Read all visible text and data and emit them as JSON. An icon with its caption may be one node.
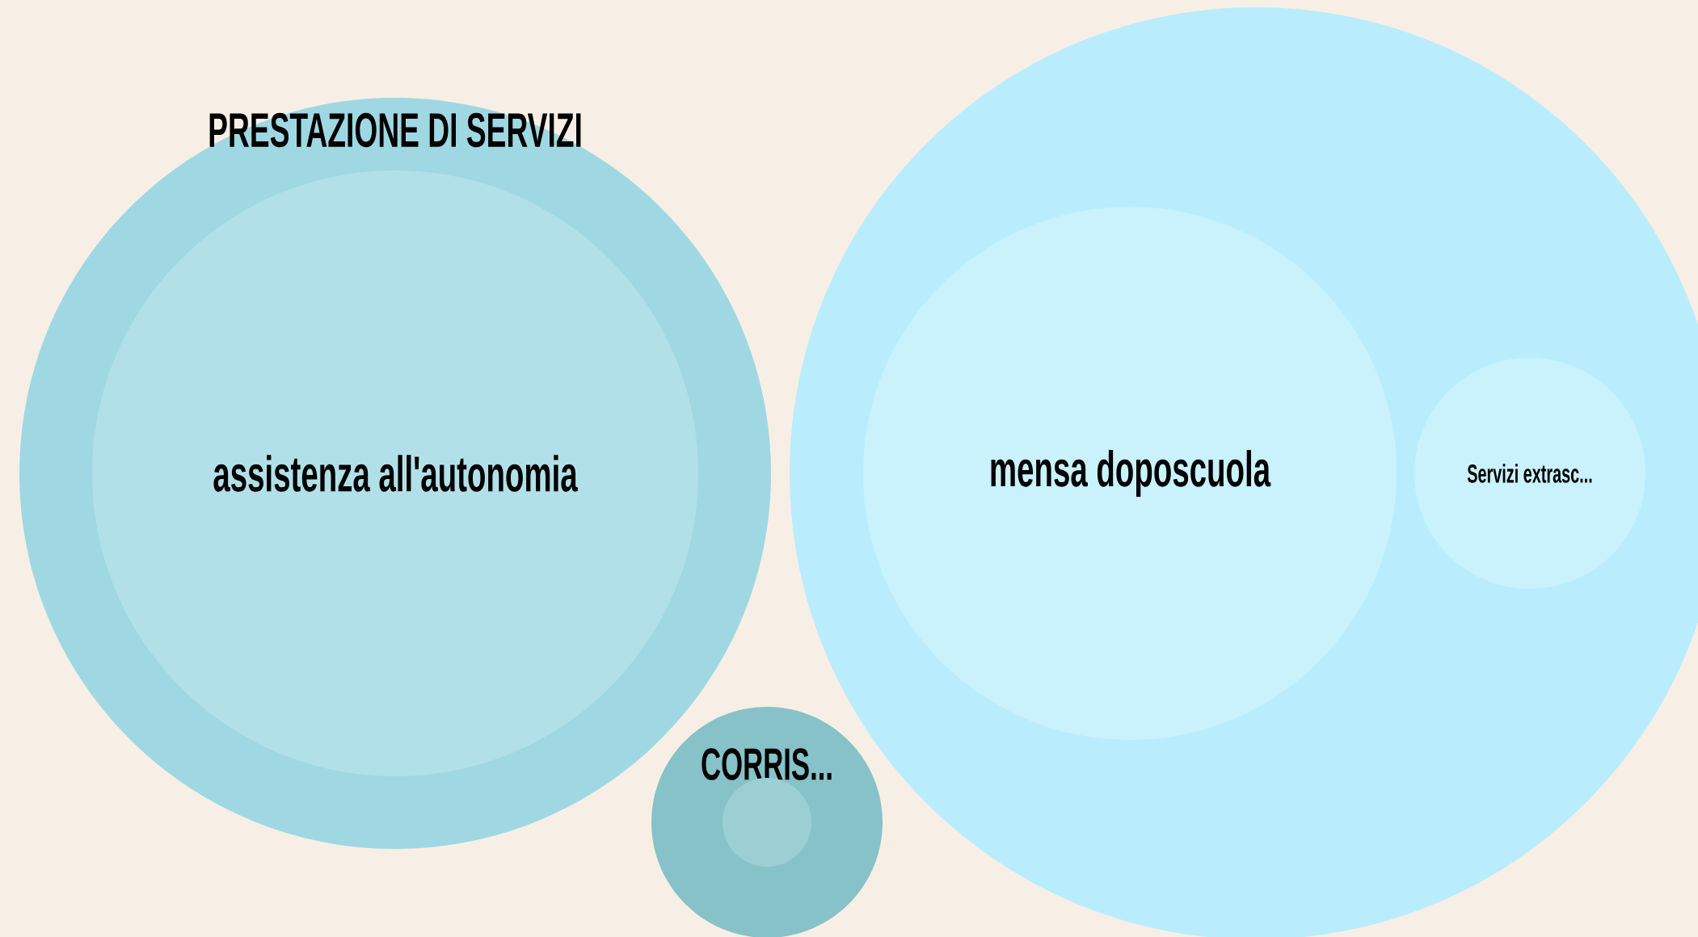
{
  "diagram": {
    "nodes": [
      {
        "text": [
          "PRESTAZIONE DI SERVIZI"
        ]
      },
      {
        "text": [
          "assistenza all'autonomia"
        ],
        "in": 0
      },
      {
        "text": [
          "CORRIS..."
        ]
      },
      {
        "text": [],
        "shape": "circle",
        "in": 2
      },
      {
        "text": [],
        "shape": "circle"
      },
      {
        "text": [
          "mensa doposcuola"
        ],
        "in": 4
      },
      {
        "text": [
          "Servizi extrasc..."
        ],
        "in": 4
      }
    ],
    "edges": []
  }
}
